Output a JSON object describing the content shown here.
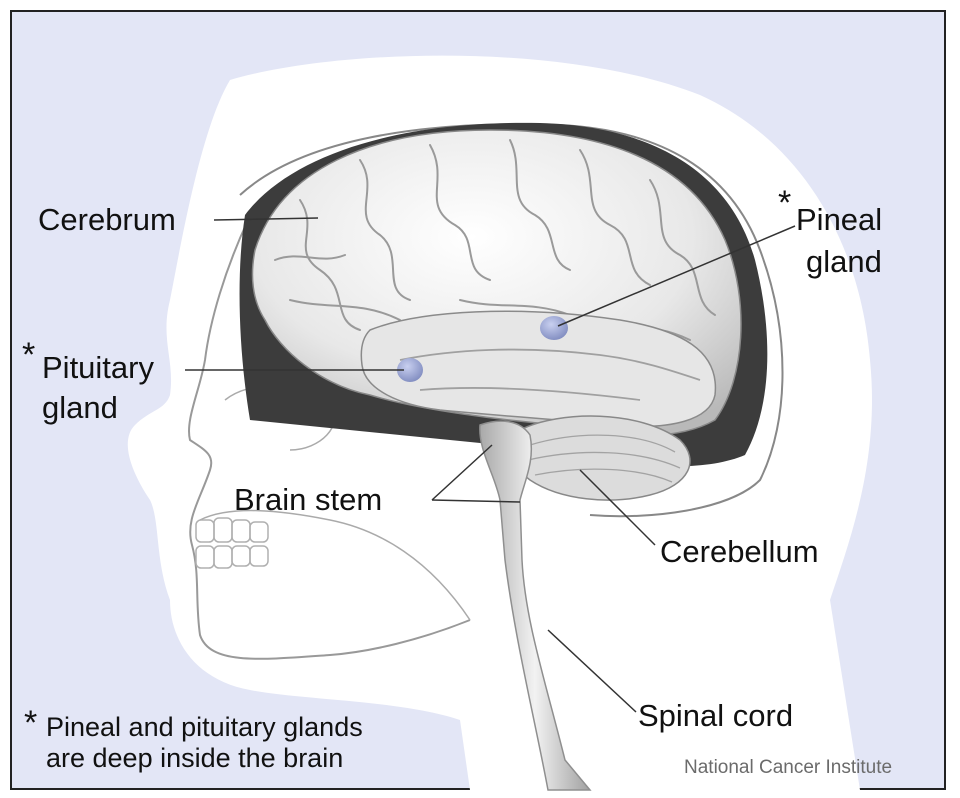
{
  "labels": {
    "cerebrum": "Cerebrum",
    "pineal_line1": "Pineal",
    "pineal_line2": "gland",
    "pituitary_line1": "Pituitary",
    "pituitary_line2": "gland",
    "brain_stem": "Brain stem",
    "cerebellum": "Cerebellum",
    "spinal_cord": "Spinal cord"
  },
  "asterisk": "*",
  "footnote": {
    "line1": "Pineal and pituitary glands",
    "line2": "are deep inside the brain"
  },
  "credit": "National Cancer Institute",
  "colors": {
    "background": "#e3e6f6",
    "head_silhouette": "#ffffff",
    "brain": "#efefef",
    "gland_highlight": "#8f9ac8",
    "leader_line": "#333333"
  }
}
